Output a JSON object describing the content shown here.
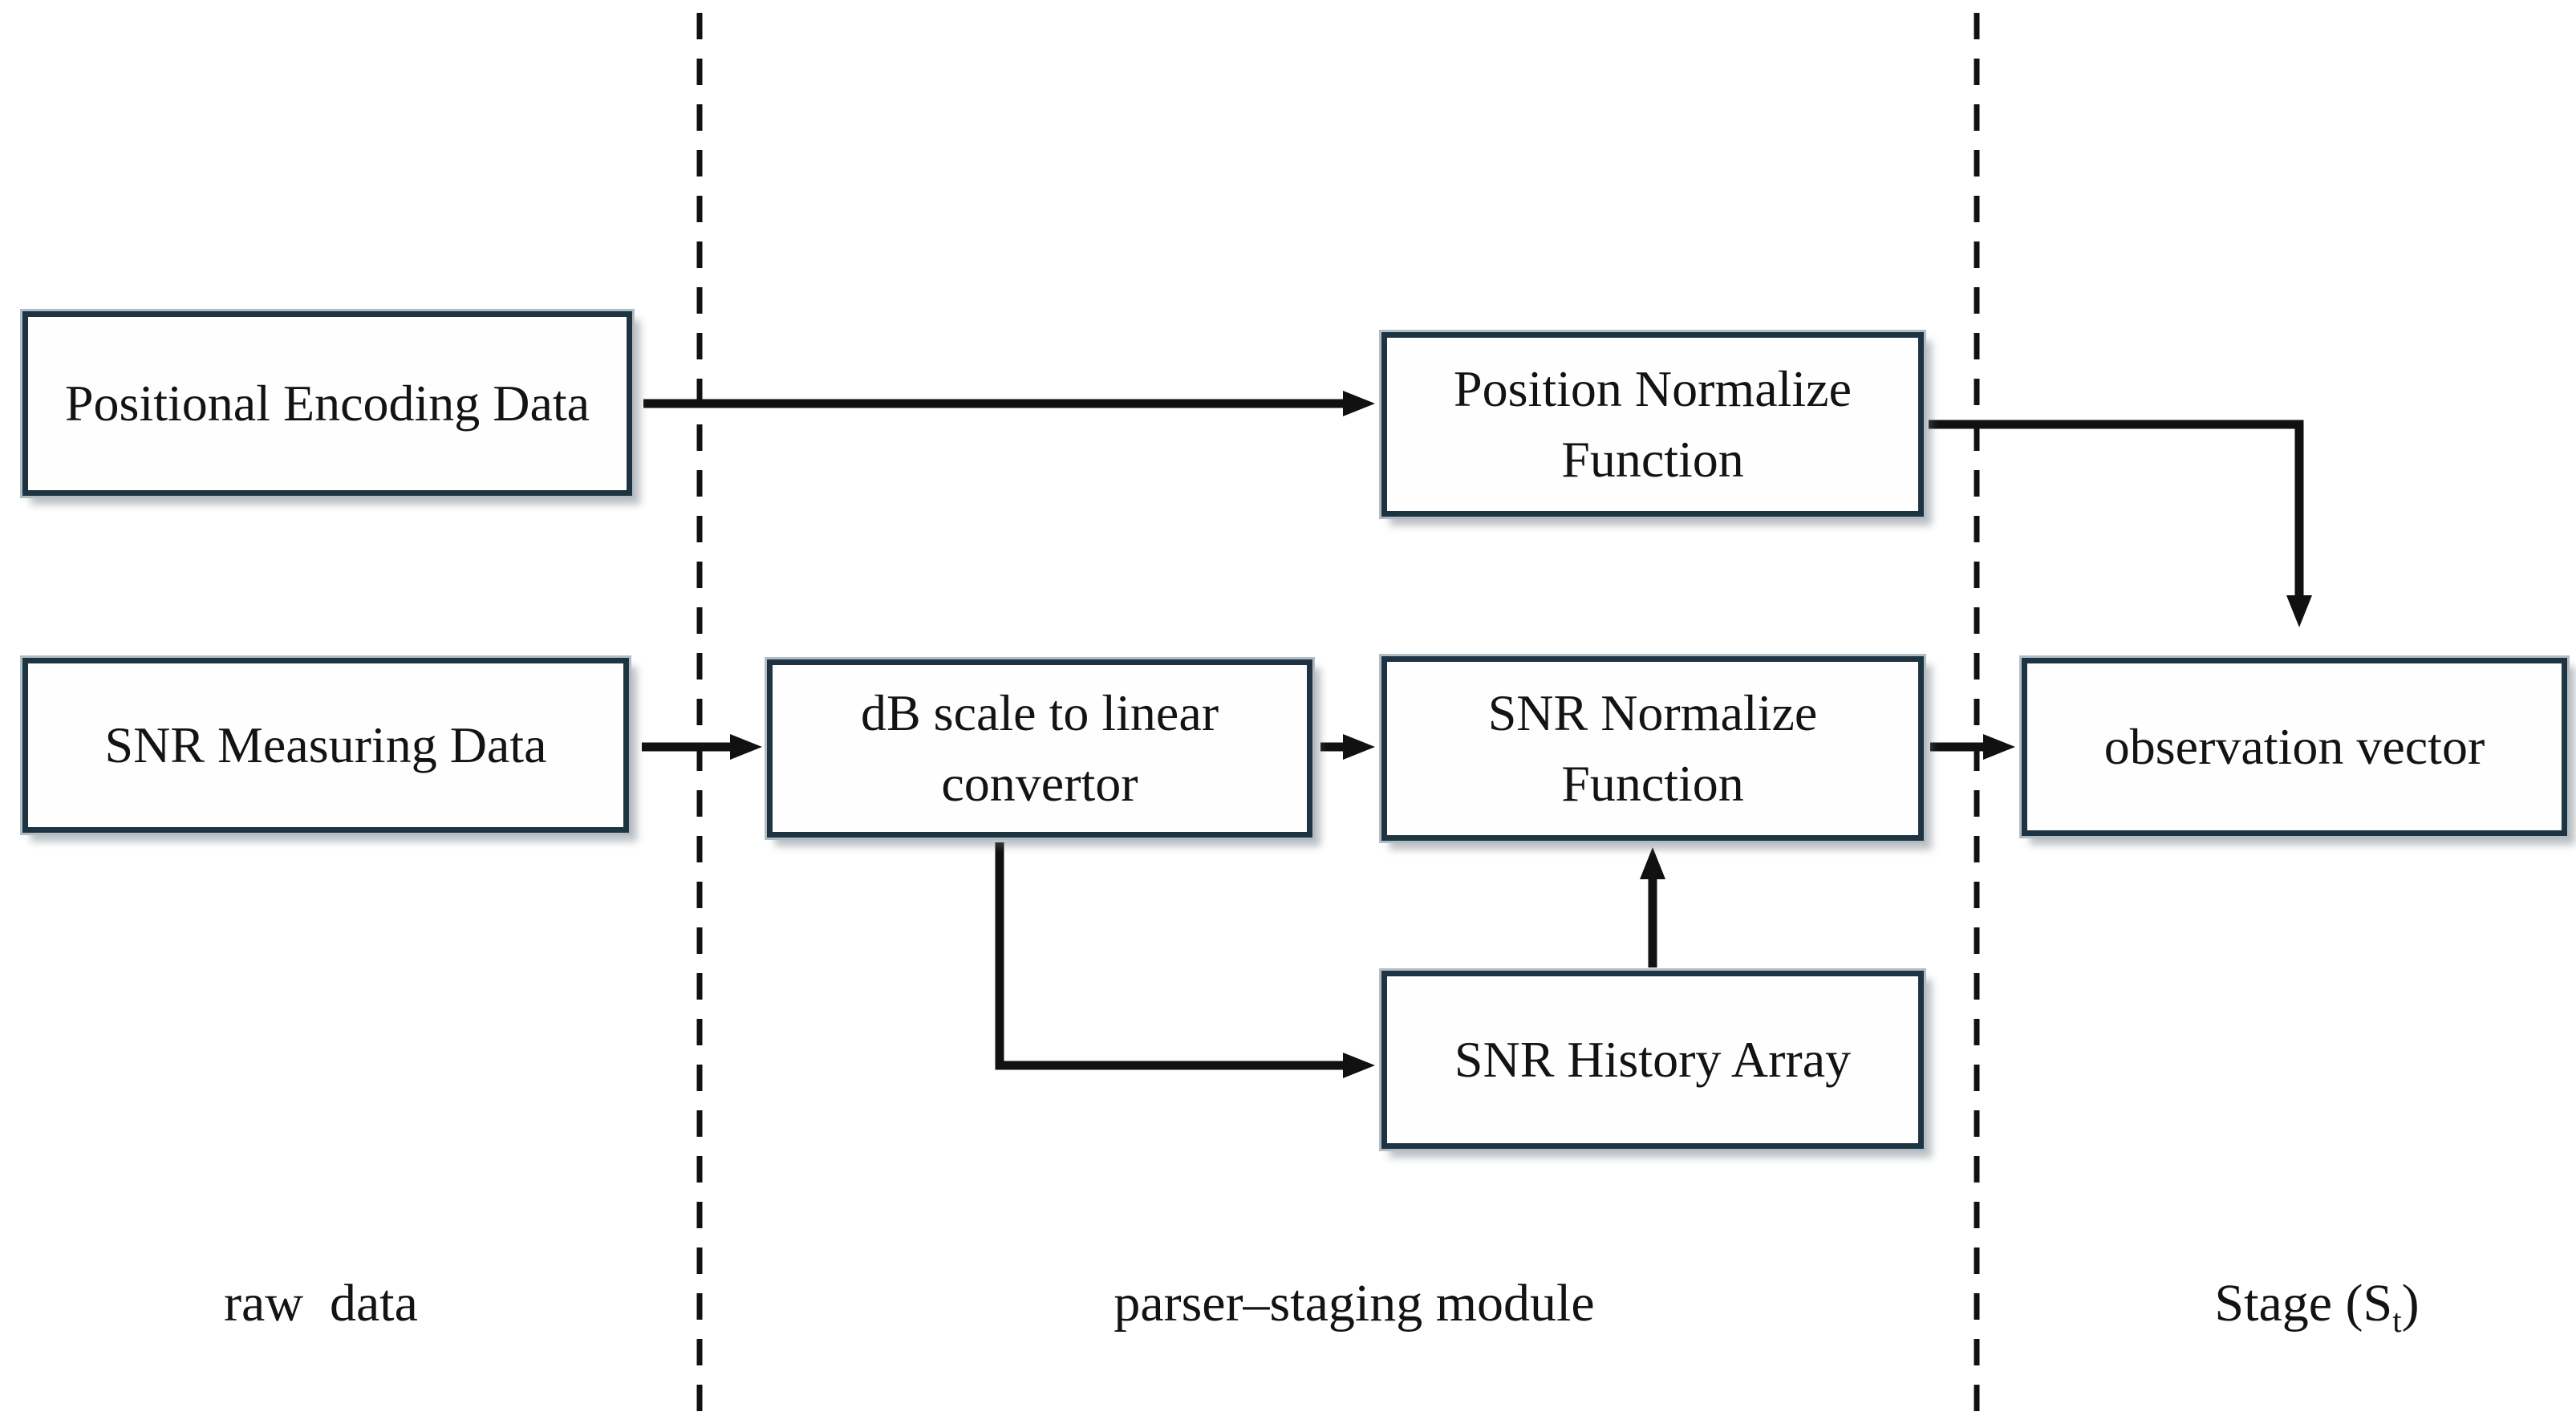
{
  "figure": {
    "type": "flow-diagram",
    "background": "#ffffff",
    "colors": {
      "node_border": "#1e3443",
      "node_fill": "#fefefe",
      "node_highlight_edge": "#b2bcc3",
      "line_color": "#111111",
      "text_color": "#131313"
    },
    "nodes": [
      {
        "id": "positional-encoding-data",
        "label": "Positional Encoding Data"
      },
      {
        "id": "snr-measuring-data",
        "label": "SNR Measuring Data"
      },
      {
        "id": "db-scale-to-linear-convertor",
        "label": "dB scale to linear convertor"
      },
      {
        "id": "position-normalize-function",
        "label": "Position Normalize Function"
      },
      {
        "id": "snr-normalize-function",
        "label": "SNR Normalize Function"
      },
      {
        "id": "snr-history-array",
        "label": "SNR History Array"
      },
      {
        "id": "observation-vector",
        "label": "observation vector"
      }
    ],
    "lanes": [
      {
        "id": "raw-data",
        "label": "raw  data"
      },
      {
        "id": "parser-staging-module",
        "label": "parser–staging module"
      },
      {
        "id": "stage",
        "label_pre": "Stage (S",
        "label_sub": "t",
        "label_post": ")"
      }
    ],
    "edges": [
      {
        "from": "positional-encoding-data",
        "to": "position-normalize-function"
      },
      {
        "from": "snr-measuring-data",
        "to": "db-scale-to-linear-convertor"
      },
      {
        "from": "db-scale-to-linear-convertor",
        "to": "snr-normalize-function"
      },
      {
        "from": "db-scale-to-linear-convertor",
        "to": "snr-history-array"
      },
      {
        "from": "snr-history-array",
        "to": "snr-normalize-function"
      },
      {
        "from": "position-normalize-function",
        "to": "observation-vector"
      },
      {
        "from": "snr-normalize-function",
        "to": "observation-vector"
      }
    ]
  }
}
